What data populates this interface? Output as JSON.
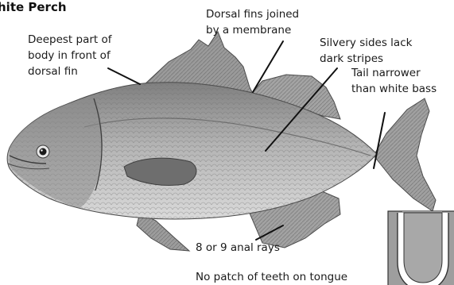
{
  "title": "hite Perch",
  "labels": {
    "dorsal_joined_1": "Dorsal fins joined",
    "dorsal_joined_2": "by a membrane",
    "deepest_1": "Deepest part of",
    "deepest_2": "body in front of",
    "deepest_3": "dorsal fin",
    "silvery_1": "Silvery sides lack",
    "silvery_2": "dark stripes",
    "tail_1": "Tail narrower",
    "tail_2": "than white bass",
    "anal_rays": "8 or 9 anal rays",
    "tongue": "No patch of teeth on tongue"
  },
  "colors": {
    "fish_body": "#b6b6b6",
    "fish_back": "#8c8c8c",
    "fish_belly": "#d7d7d7",
    "fin": "#9c9c9c",
    "inset_fill": "#9e9e9e",
    "inset_tongue": "#ffffff",
    "text": "#1a1a1a"
  },
  "icons": [
    "white-perch-illustration",
    "tongue-diagram-icon"
  ]
}
